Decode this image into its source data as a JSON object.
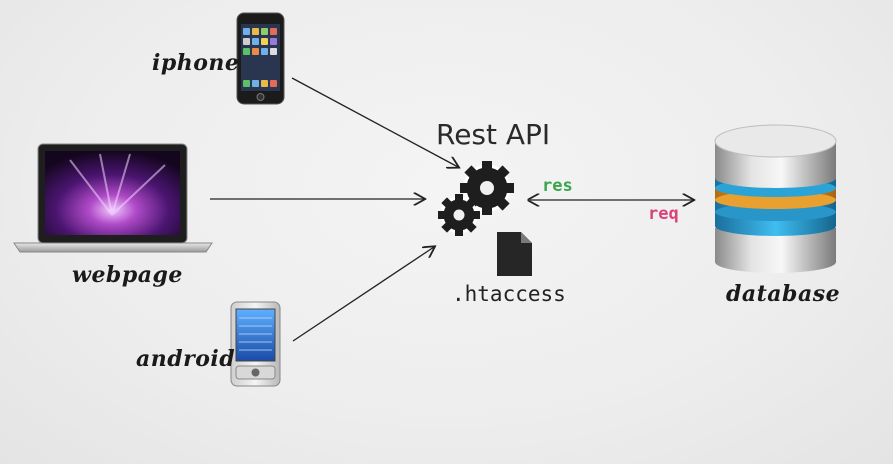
{
  "diagram": {
    "title": "Rest API",
    "file_label": ".htaccess",
    "clients": {
      "iphone": "iphone",
      "webpage": "webpage",
      "android": "android"
    },
    "server": "database",
    "flow": {
      "response": "res",
      "request": "req"
    }
  },
  "colors": {
    "res": "#3aa54a",
    "req": "#d8437a",
    "db_orange": "#e8a030",
    "db_blue": "#2aa4d6"
  },
  "icons": [
    "iphone-icon",
    "laptop-icon",
    "android-phone-icon",
    "gears-icon",
    "file-icon",
    "database-icon"
  ]
}
